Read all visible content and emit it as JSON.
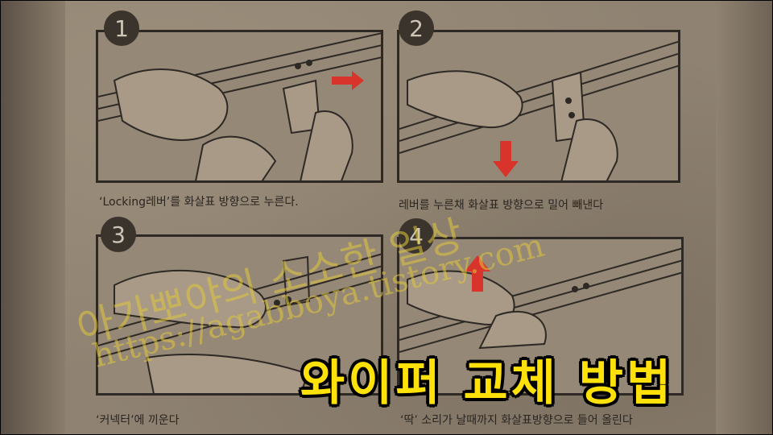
{
  "steps": [
    {
      "number": "1",
      "caption": "‘Locking레버’를 화살표 방향으로 누른다."
    },
    {
      "number": "2",
      "caption": "레버를 누른채 화살표 방향으로 밀어 빼낸다"
    },
    {
      "number": "3",
      "caption": "‘커넥터’에 끼운다"
    },
    {
      "number": "4",
      "caption": "‘딱’ 소리가 날때까지 화살표방향으로 들어 올린다"
    }
  ],
  "watermark": {
    "line1": "아가뽀야의 소소한 일상",
    "line2": "https://agabboya.tistory.com"
  },
  "title": "와이퍼 교체 방법",
  "colors": {
    "arrow": "#d9342b",
    "title_fill": "#ffe10a",
    "paper": "#8f8272",
    "ink": "#2e2924"
  }
}
